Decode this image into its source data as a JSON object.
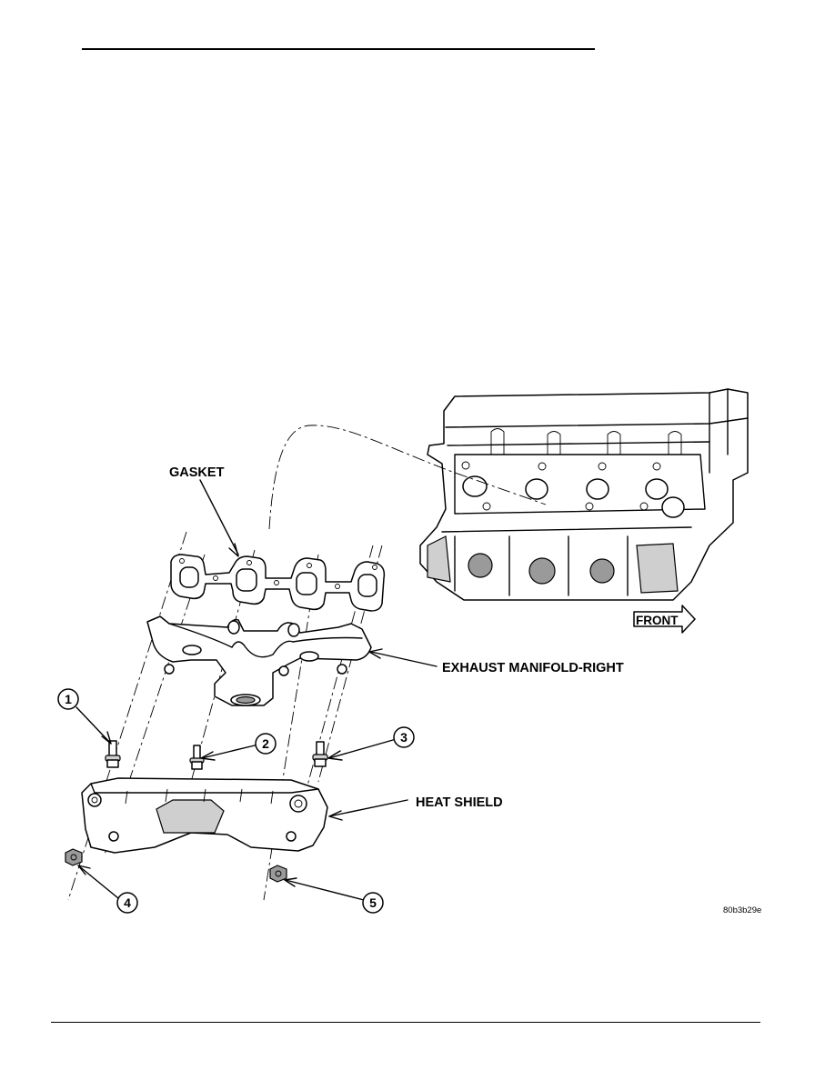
{
  "figure": {
    "labels": {
      "gasket": "GASKET",
      "manifold": "EXHAUST MANIFOLD-RIGHT",
      "heat_shield": "HEAT SHIELD",
      "front": "FRONT"
    },
    "callouts": [
      "1",
      "2",
      "3",
      "4",
      "5"
    ],
    "figure_code": "80b3b29e"
  }
}
